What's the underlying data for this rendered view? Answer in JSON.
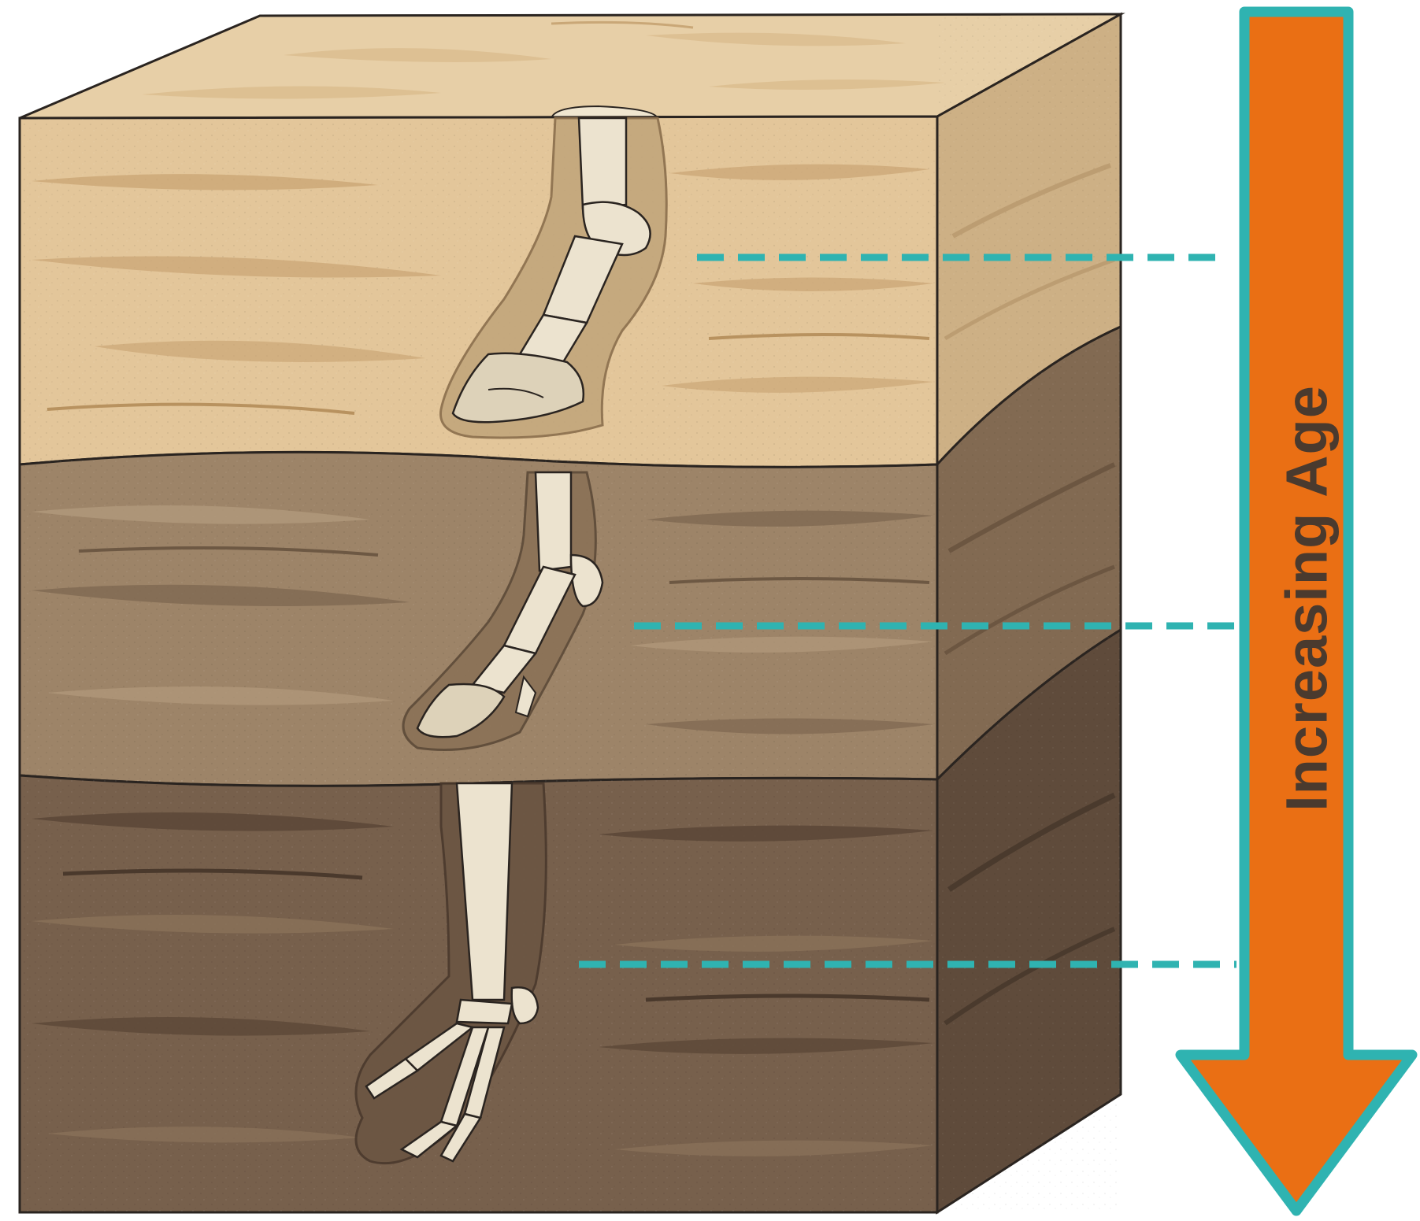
{
  "diagram": {
    "arrow_label": "Increasing Age",
    "layers": [
      {
        "name": "top-layer",
        "color": "#e3c69a"
      },
      {
        "name": "middle-layer",
        "color": "#9d8468"
      },
      {
        "name": "bottom-layer",
        "color": "#77604c"
      }
    ],
    "fossils": [
      {
        "name": "single-hoof-fossil",
        "layer": "top-layer"
      },
      {
        "name": "partial-toe-fossil",
        "layer": "middle-layer"
      },
      {
        "name": "three-toe-fossil",
        "layer": "bottom-layer"
      }
    ],
    "colors": {
      "arrow_fill": "#ea6f14",
      "arrow_outline": "#2fb3b1",
      "marker_line": "#2fb3b1",
      "bone": "#ece3cf",
      "outline": "#2a2420"
    }
  }
}
